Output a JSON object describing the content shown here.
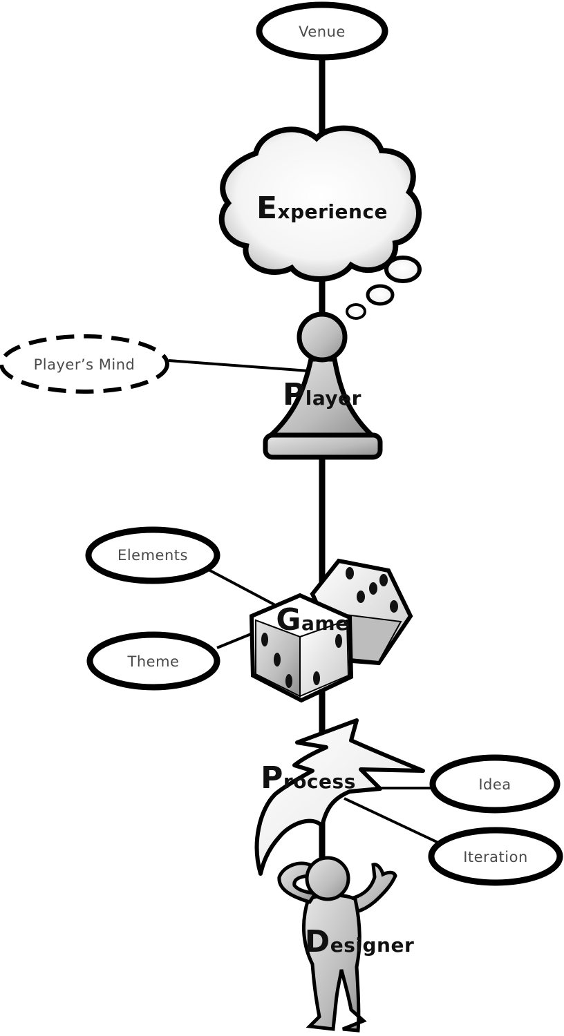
{
  "nodes": {
    "venue": "Venue",
    "experience_cap": "E",
    "experience_rest": "xperience",
    "player_cap": "P",
    "player_rest": "layer",
    "players_mind": "Player’s Mind",
    "elements": "Elements",
    "theme": "Theme",
    "game_cap": "G",
    "game_rest": "ame",
    "process_cap": "P",
    "process_rest": "rocess",
    "idea": "Idea",
    "iteration": "Iteration",
    "designer_cap": "D",
    "designer_rest": "esigner"
  },
  "icons": [
    "thought-cloud-icon",
    "pawn-icon",
    "dice-icon",
    "lightning-icon",
    "person-thinking-icon"
  ],
  "colors": {
    "stroke": "#000000",
    "fill_light": "#ffffff",
    "fill_gray": "#b8b8b8",
    "label_text": "#4a4a4a",
    "title_text": "#111111"
  }
}
